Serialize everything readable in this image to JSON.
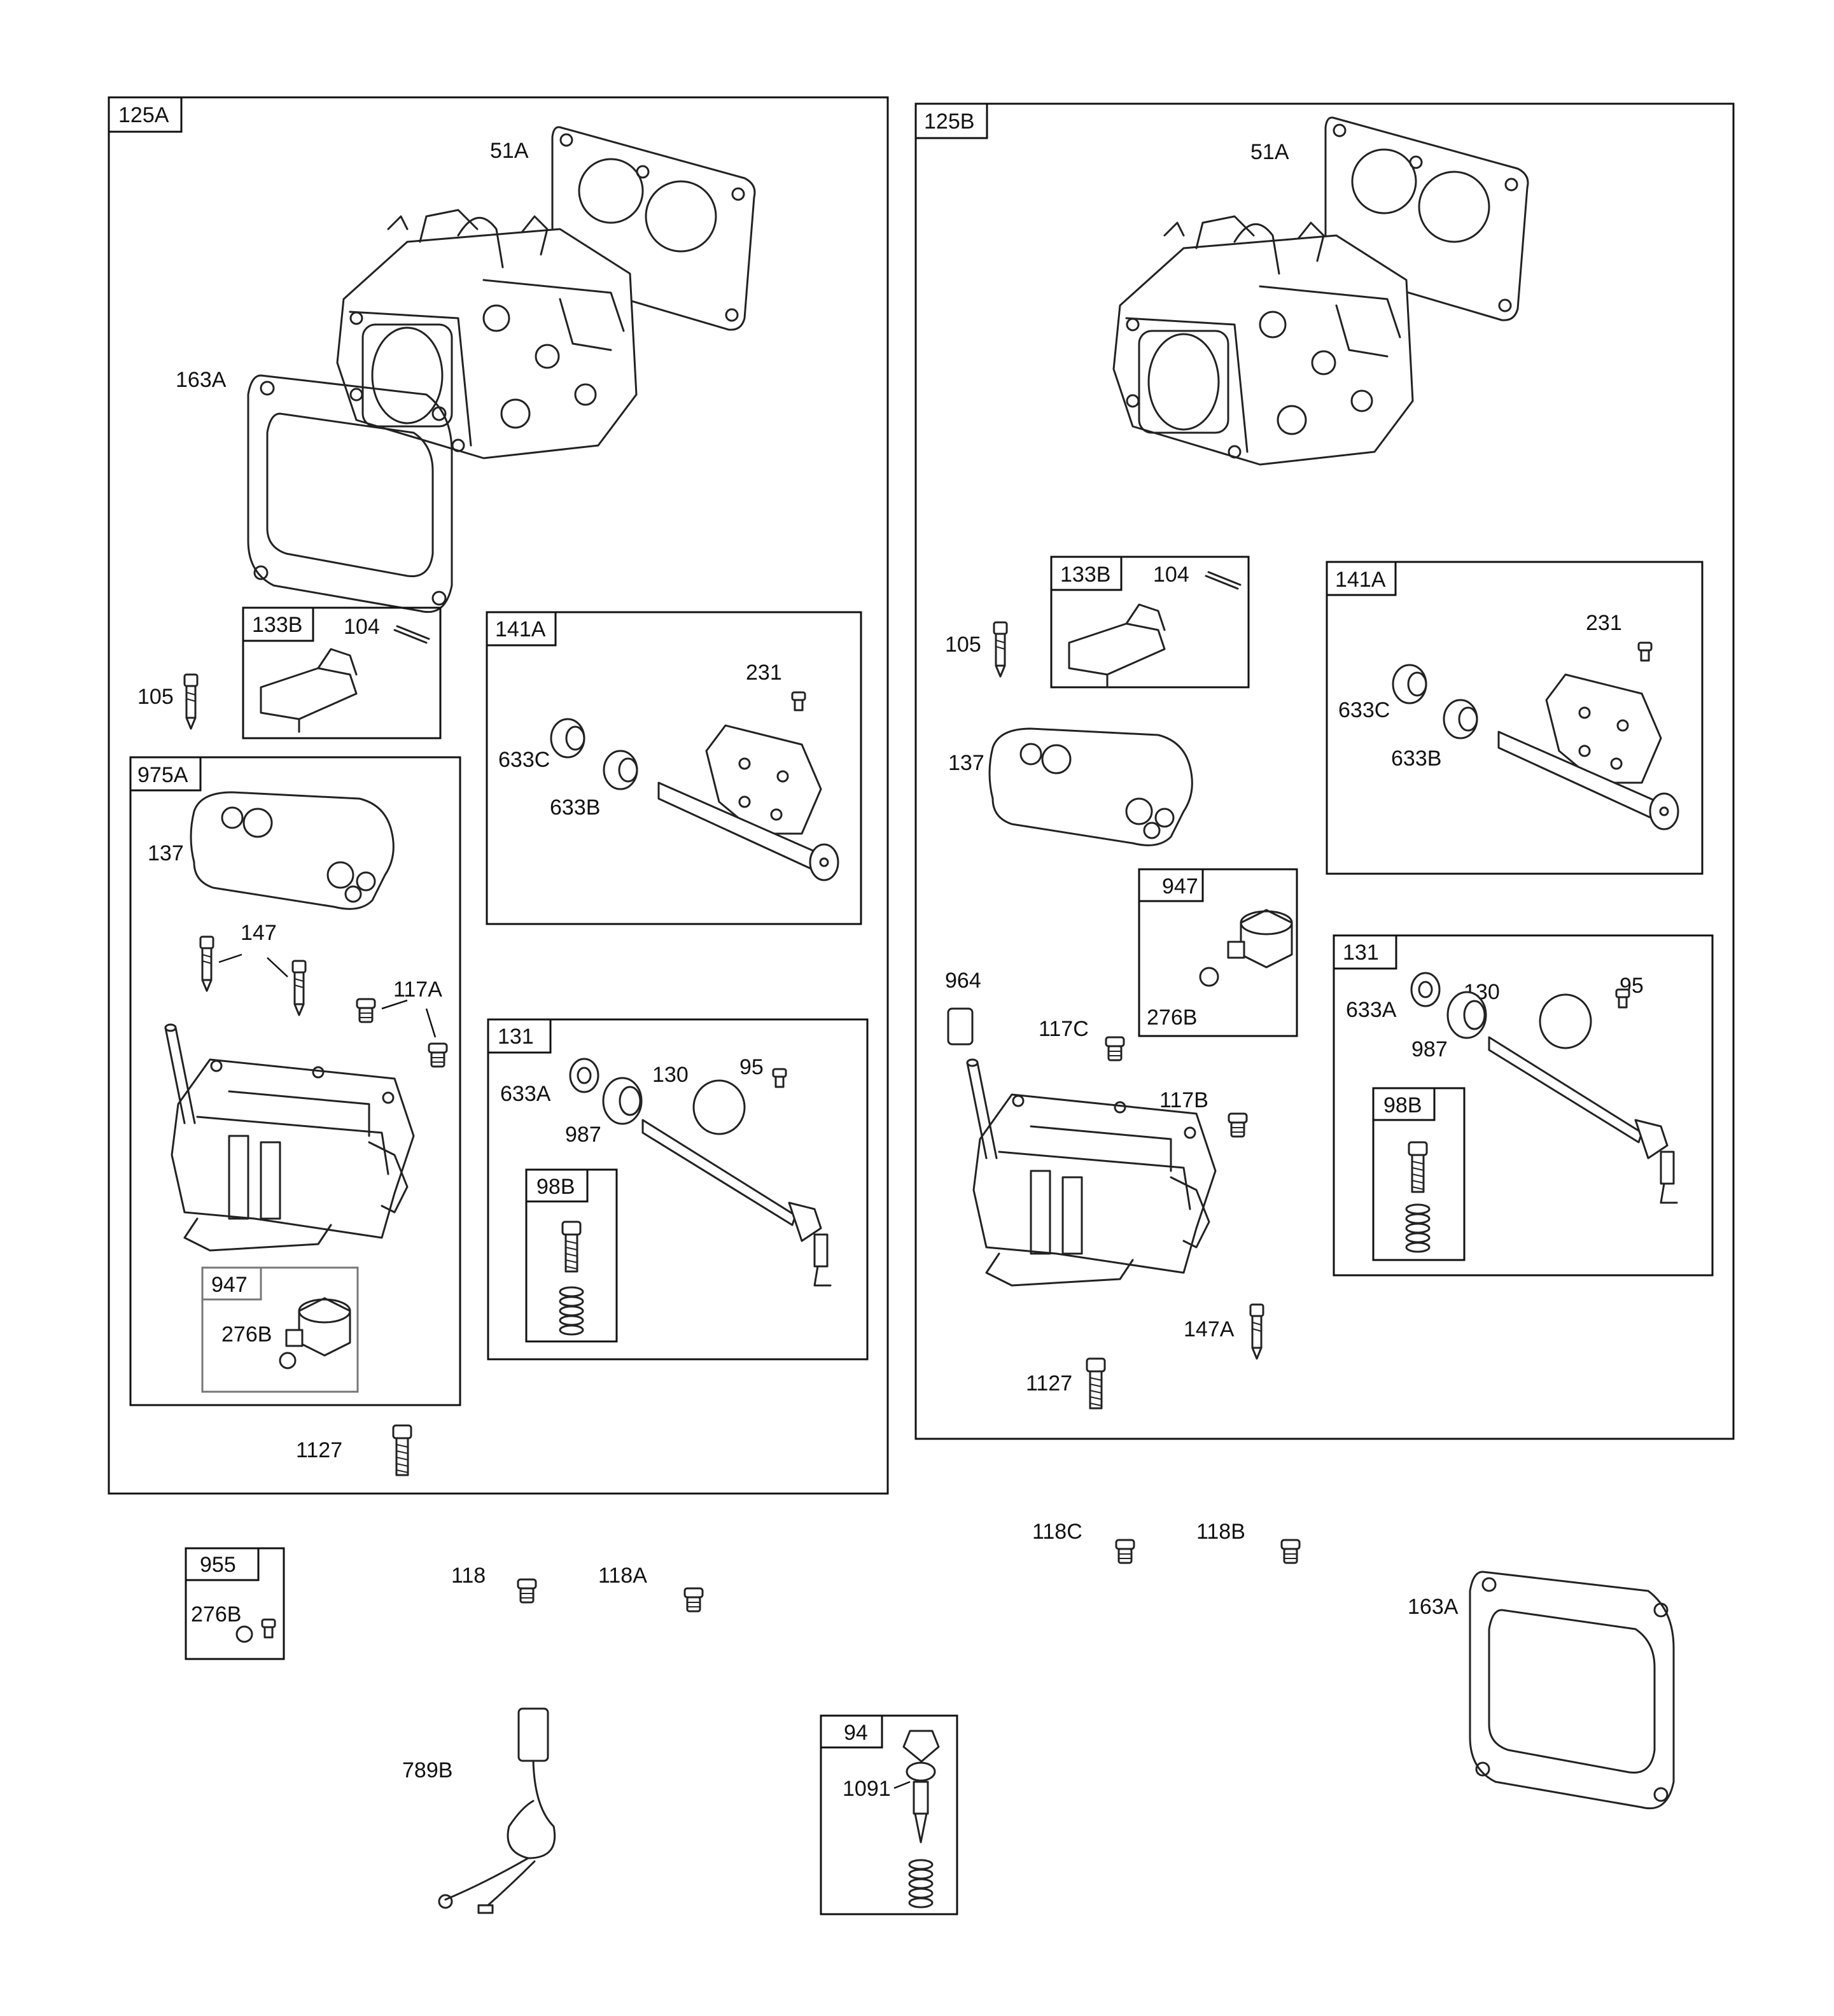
{
  "groups": {
    "g125A": "125A",
    "g125B": "125B",
    "g133B": "133B",
    "g141A": "141A",
    "g975A": "975A",
    "g131": "131",
    "g98B": "98B",
    "g947": "947",
    "g955": "955",
    "g94": "94"
  },
  "parts": {
    "p51A": "51A",
    "p163A": "163A",
    "p104": "104",
    "p105": "105",
    "p231": "231",
    "p633C": "633C",
    "p633B": "633B",
    "p137": "137",
    "p147": "147",
    "p117A": "117A",
    "p633A": "633A",
    "p130": "130",
    "p95": "95",
    "p987": "987",
    "p276B": "276B",
    "p1127": "1127",
    "p964": "964",
    "p117C": "117C",
    "p117B": "117B",
    "p147A": "147A",
    "p118": "118",
    "p118A": "118A",
    "p118C": "118C",
    "p118B": "118B",
    "p789B": "789B",
    "p1091": "1091"
  }
}
